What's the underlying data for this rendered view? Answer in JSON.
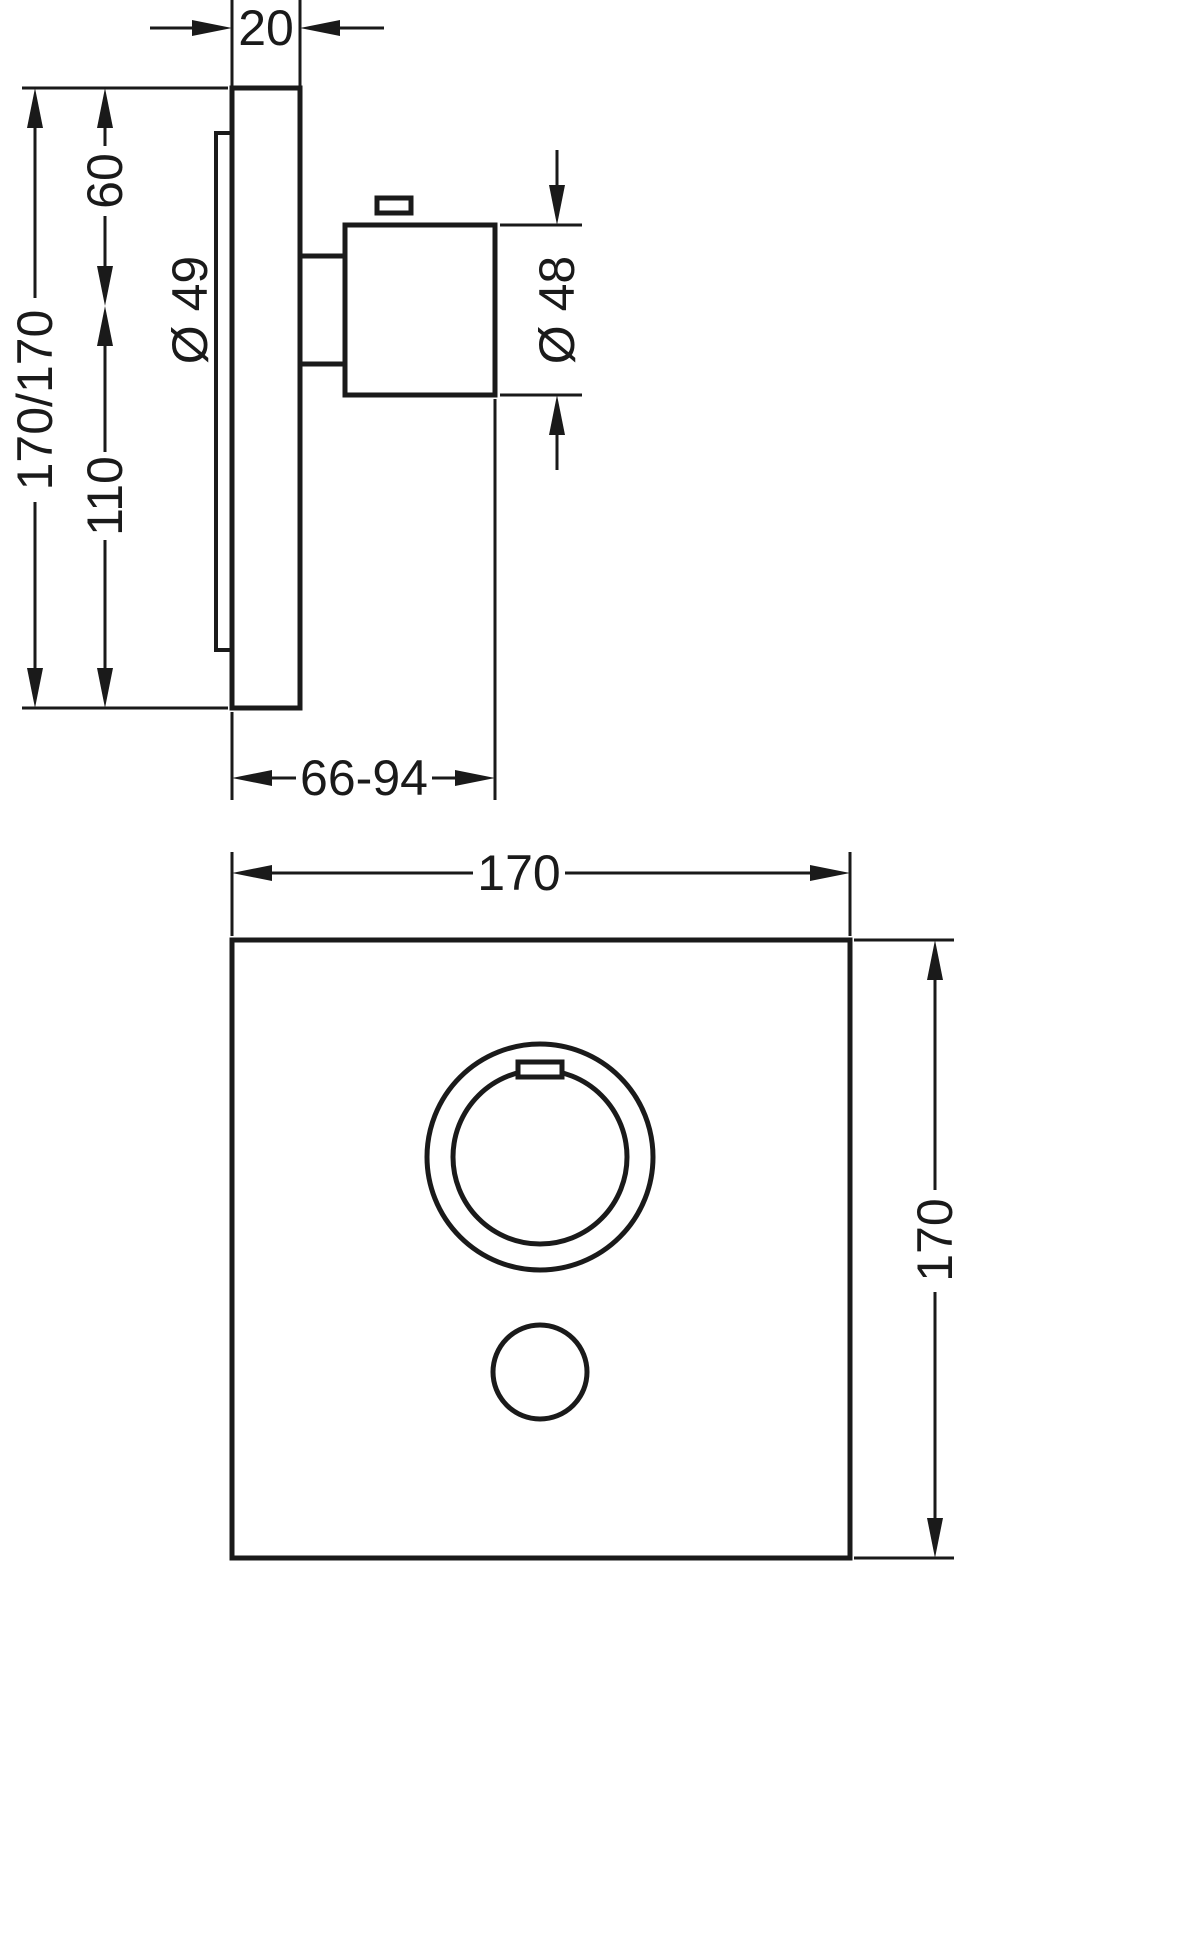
{
  "meta": {
    "background_color": "#ffffff",
    "line_color": "#1a1a1a",
    "drawing_type": "dimensional technical drawing, side view and front view of a square concealed shower thermostat"
  },
  "side_view": {
    "plate_thickness": "20",
    "overall_height": "170/170",
    "top_to_handle_center": "60",
    "handle_base_diameter": "Ø 49",
    "handle_center_to_bottom": "110",
    "handle_front_diameter": "Ø 48",
    "installation_depth": "66-94"
  },
  "front_view": {
    "plate_width": "170",
    "plate_height": "170"
  }
}
